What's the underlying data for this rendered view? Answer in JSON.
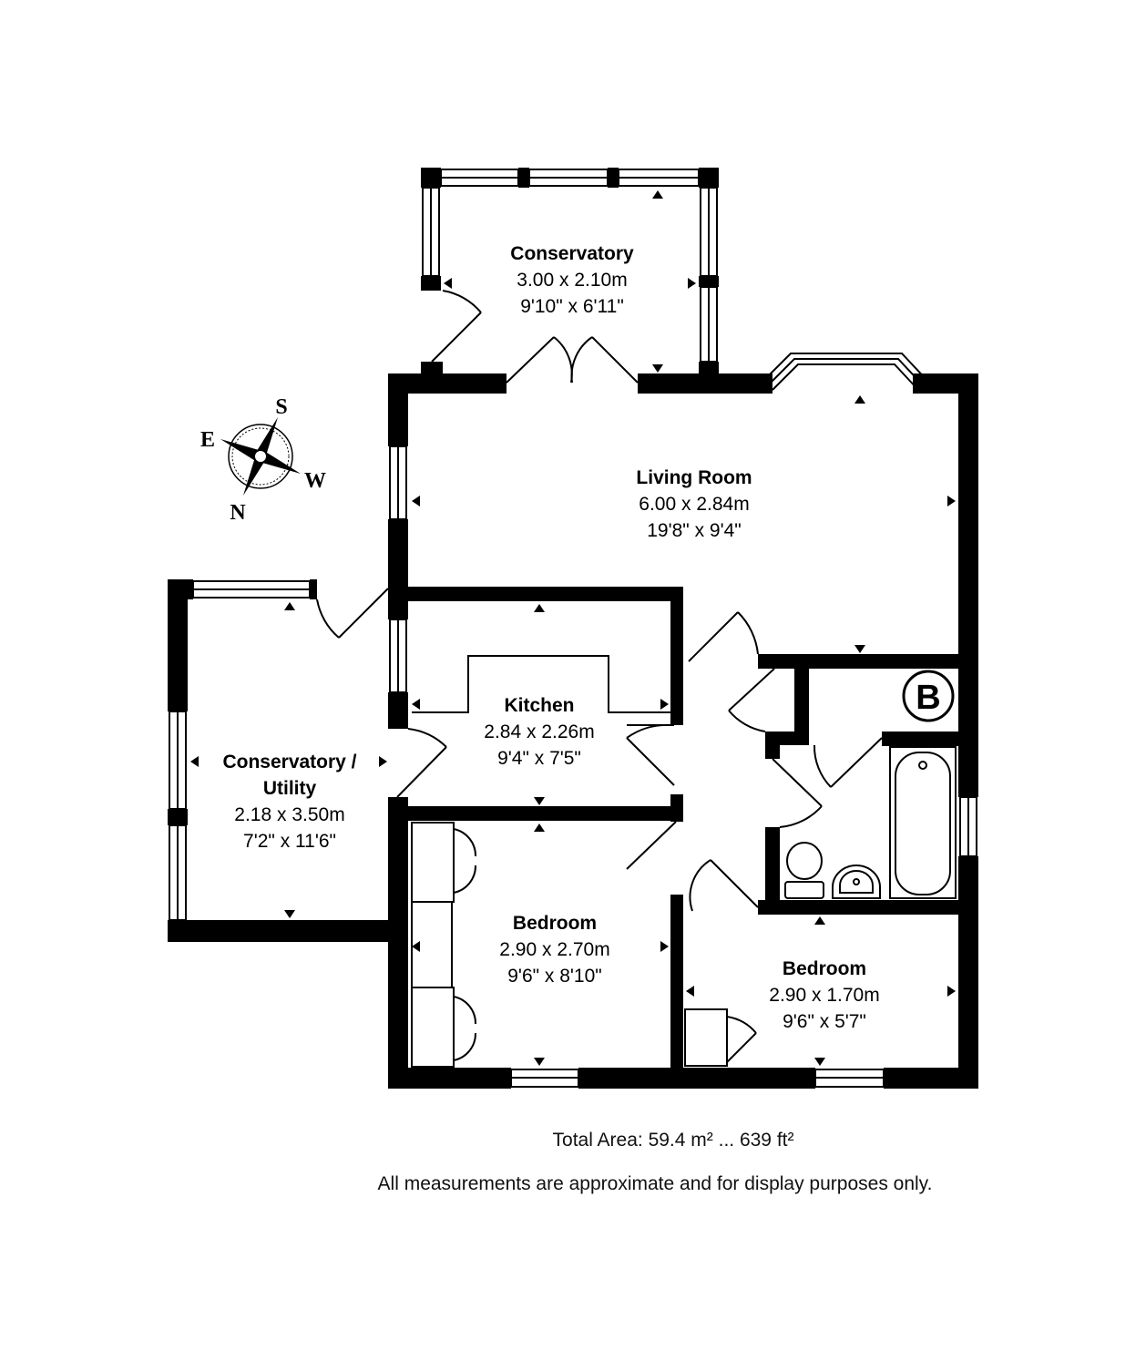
{
  "rooms": {
    "conservatory_top": {
      "name": "Conservatory",
      "metric": "3.00 x 2.10m",
      "imperial": "9'10\" x 6'11\""
    },
    "living_room": {
      "name": "Living Room",
      "metric": "6.00 x 2.84m",
      "imperial": "19'8\" x 9'4\""
    },
    "kitchen": {
      "name": "Kitchen",
      "metric": "2.84 x 2.26m",
      "imperial": "9'4\" x 7'5\""
    },
    "conservatory_utility": {
      "name_line1": "Conservatory /",
      "name_line2": "Utility",
      "metric": "2.18 x 3.50m",
      "imperial": "7'2\" x 11'6\""
    },
    "bedroom_main": {
      "name": "Bedroom",
      "metric": "2.90 x 2.70m",
      "imperial": "9'6\" x 8'10\""
    },
    "bedroom_small": {
      "name": "Bedroom",
      "metric": "2.90 x 1.70m",
      "imperial": "9'6\" x 5'7\""
    }
  },
  "compass": {
    "north": "N",
    "south": "S",
    "east": "E",
    "west": "W"
  },
  "boiler_label": "B",
  "footer": {
    "total_area": "Total Area: 59.4 m² ... 639 ft²",
    "disclaimer": "All measurements are approximate and for display purposes only."
  },
  "colors": {
    "wall": "#000000",
    "background": "#ffffff"
  }
}
